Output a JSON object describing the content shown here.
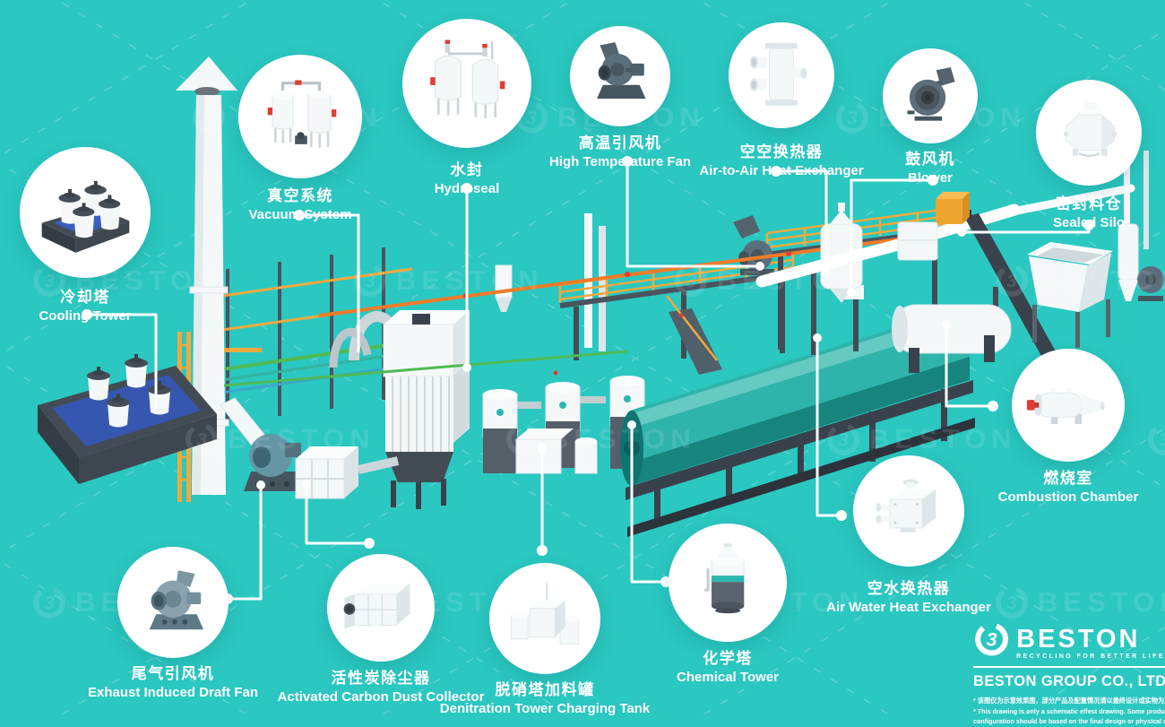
{
  "background": {
    "color": "#2BC7C1",
    "watermark_text": "BESTON"
  },
  "callouts": [
    {
      "id": "cooling-tower",
      "zh": "冷却塔",
      "en": "Cooling Tower"
    },
    {
      "id": "vacuum-system",
      "zh": "真空系统",
      "en": "Vacuum System"
    },
    {
      "id": "hydroseal",
      "zh": "水封",
      "en": "Hydroseal"
    },
    {
      "id": "high-temperature-fan",
      "zh": "高温引风机",
      "en": "High Temperature Fan"
    },
    {
      "id": "air-to-air-heat-exchanger",
      "zh": "空空换热器",
      "en": "Air-to-Air Heat Exchanger"
    },
    {
      "id": "blower",
      "zh": "鼓风机",
      "en": "Blower"
    },
    {
      "id": "sealed-silo",
      "zh": "密封料仓",
      "en": "Sealed Silo"
    },
    {
      "id": "combustion-chamber",
      "zh": "燃烧室",
      "en": "Combustion Chamber"
    },
    {
      "id": "air-water-heat-exchanger",
      "zh": "空水换热器",
      "en": "Air Water Heat Exchanger"
    },
    {
      "id": "chemical-tower",
      "zh": "化学塔",
      "en": "Chemical Tower"
    },
    {
      "id": "denitration-tower-charging-tank",
      "zh": "脱硝塔加料罐",
      "en": "Denitration Tower Charging Tank"
    },
    {
      "id": "activated-carbon-dust-collector",
      "zh": "活性炭除尘器",
      "en": "Activated Carbon Dust Collector"
    },
    {
      "id": "exhaust-induced-draft-fan",
      "zh": "尾气引风机",
      "en": "Exhaust Induced Draft Fan"
    }
  ],
  "branding": {
    "logo_text": "BESTON",
    "tagline": "RECYCLING FOR BETTER LIFE",
    "company": "BESTON GROUP CO., LTD.",
    "note_zh": "* 该图仅为示意效果图，部分产品及配置情况请以最终设计或实物为准.",
    "note_en1": "* This drawing is only a schematic effest drawing. Some products and",
    "note_en2": "configuration should be based on the final design or physical object."
  },
  "colors": {
    "background": "#2BC7C1",
    "reactor_teal": "#2FB4AB",
    "equipment_white": "#F5F8F9",
    "equipment_dark": "#39424C",
    "scaffold_yellow": "#F1A93D",
    "pipe_orange": "#F07B28",
    "pipe_green": "#4FBB54",
    "water_blue": "#3458B8",
    "valve_red": "#E23B30",
    "leader_line": "#FFFFFF"
  }
}
